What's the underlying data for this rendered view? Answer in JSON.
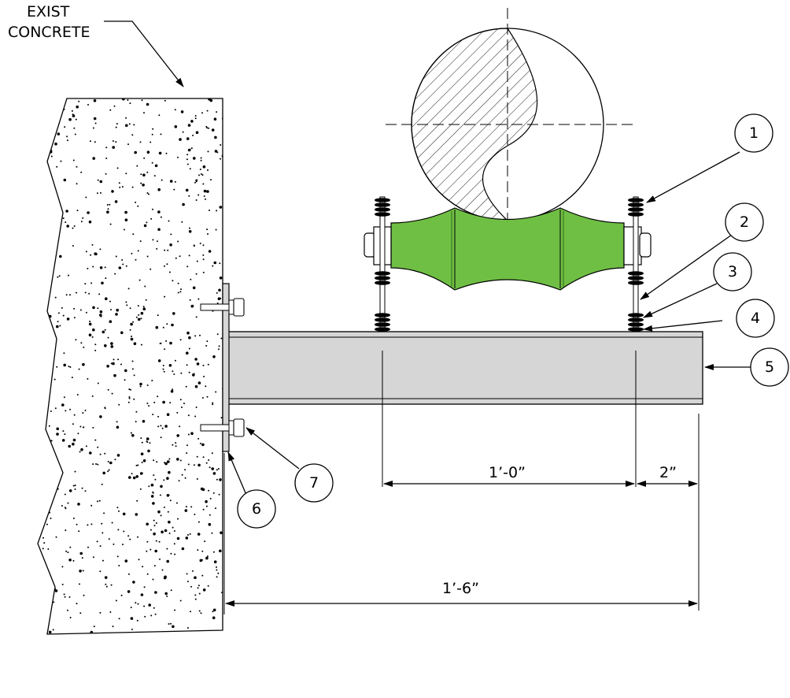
{
  "wall_label": {
    "line1": "EXIST",
    "line2": "CONCRETE"
  },
  "callouts": [
    "1",
    "2",
    "3",
    "4",
    "5",
    "6",
    "7"
  ],
  "dimensions": {
    "roller_spacing": "1’-0”",
    "edge_offset": "2”",
    "overall": "1’-6”"
  },
  "colors": {
    "roller": "#6fbf44",
    "beam": "#d6d6d6",
    "line": "#000000",
    "concrete": "#ffffff"
  }
}
